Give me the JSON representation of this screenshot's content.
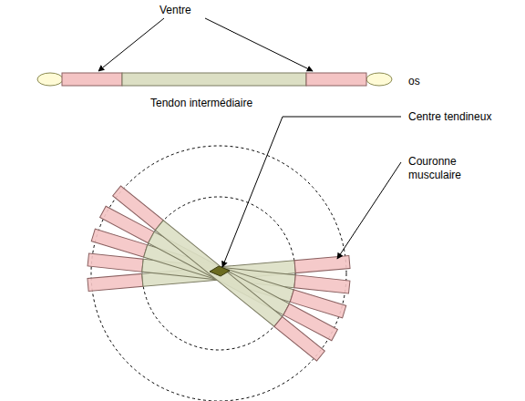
{
  "diagram": {
    "labels": [
      "Ventre",
      "Tendon intermédiaire",
      "os",
      "Centre tendineux",
      "Couronne musculaire"
    ]
  }
}
